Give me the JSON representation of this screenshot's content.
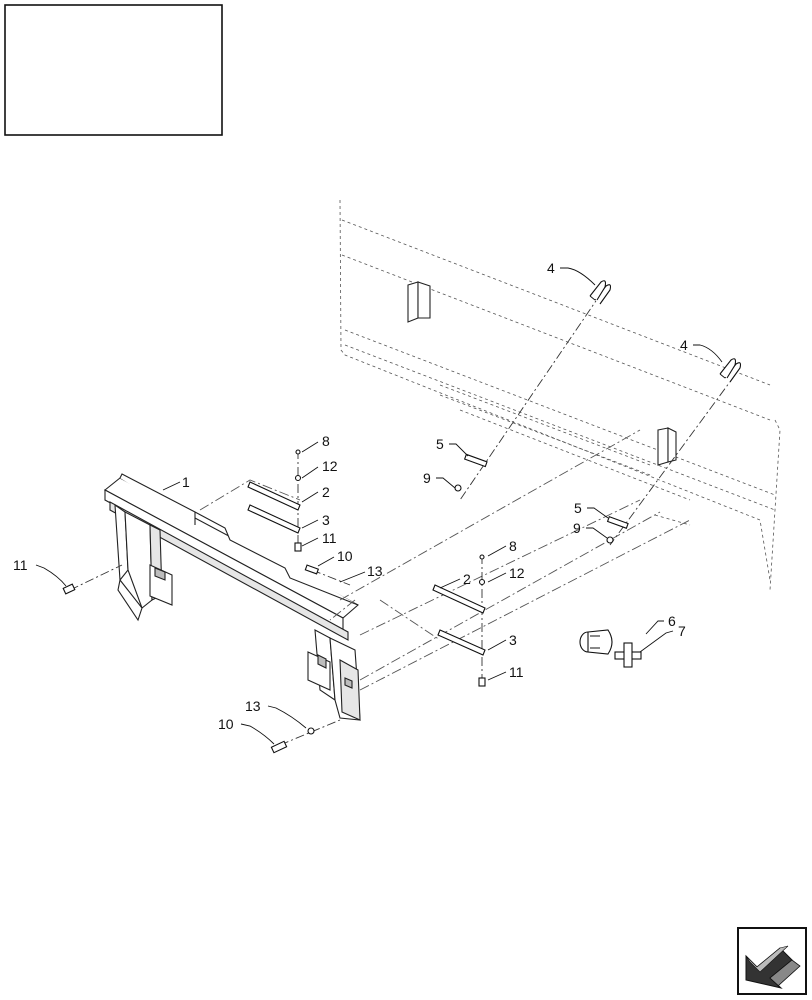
{
  "callouts": {
    "c1": "1",
    "c2a": "2",
    "c2b": "2",
    "c3a": "3",
    "c3b": "3",
    "c4a": "4",
    "c4b": "4",
    "c5a": "5",
    "c5b": "5",
    "c6": "6",
    "c7": "7",
    "c8a": "8",
    "c8b": "8",
    "c9a": "9",
    "c9b": "9",
    "c10a": "10",
    "c10b": "10",
    "c11a": "11",
    "c11b": "11",
    "c11c": "11",
    "c12a": "12",
    "c12b": "12",
    "c13a": "13",
    "c13b": "13"
  },
  "icons": {
    "nav": "previous-page-arrow-icon"
  }
}
